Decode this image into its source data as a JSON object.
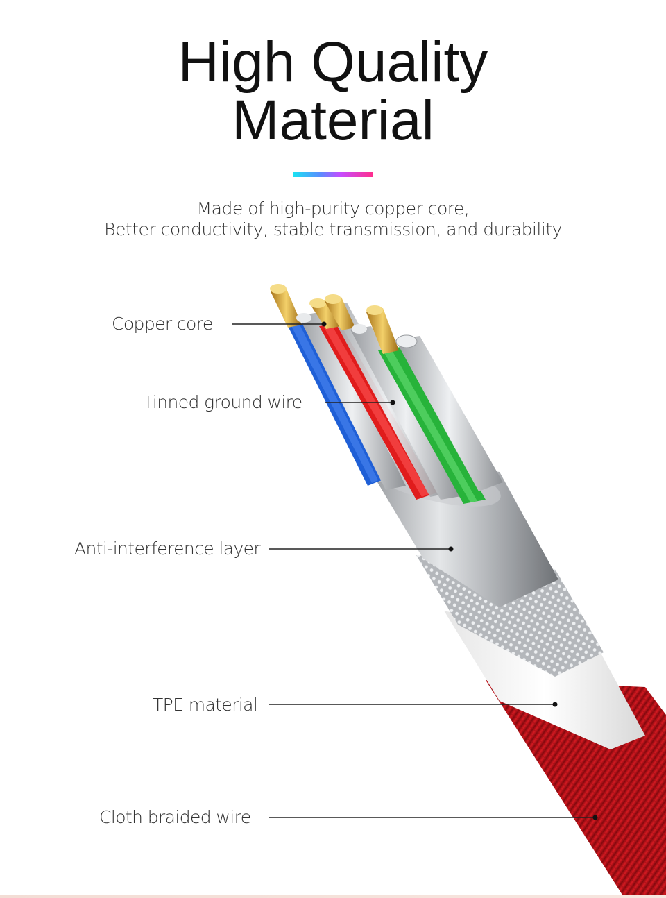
{
  "header": {
    "title_line1": "High Quality",
    "title_line2": "Material",
    "subtitle_line1": "Made of high-purity copper core,",
    "subtitle_line2": "Better conductivity, stable transmission, and durability"
  },
  "callouts": {
    "copper_core": "Copper core",
    "tinned_ground_wire": "Tinned ground wire",
    "anti_interference_layer": "Anti-interference layer",
    "tpe_material": "TPE material",
    "cloth_braided_wire": "Cloth braided wire"
  },
  "colors": {
    "accent_gradient": [
      "#19e3f2",
      "#5b8bff",
      "#c64cff",
      "#ff2e8e"
    ],
    "braid": "#c8141c",
    "wire_blue": "#1f5fd6",
    "wire_red": "#e01c1c",
    "wire_green": "#27b33a",
    "copper": "#d9a833",
    "shield_silver": "#b9bcc0",
    "tpe_white": "#f4f4f4"
  }
}
